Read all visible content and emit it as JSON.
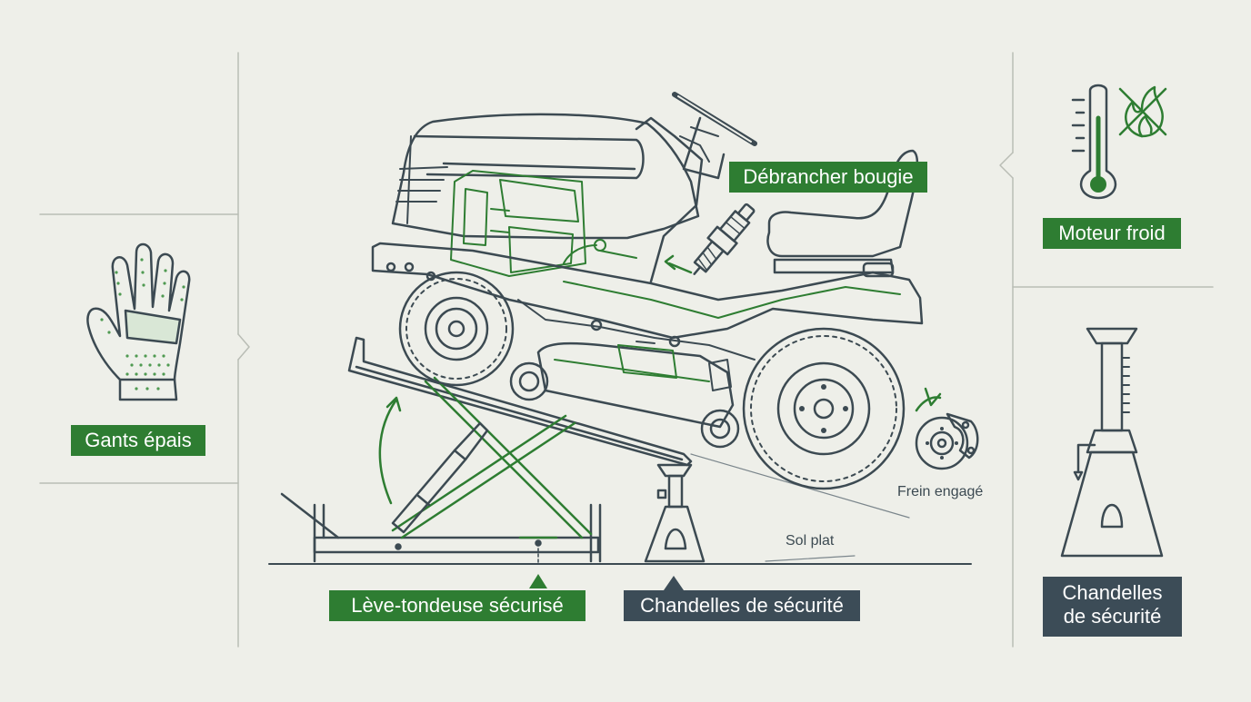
{
  "labels": {
    "gloves": "Gants épais",
    "spark_plug": "Débrancher bougie",
    "engine_cold": "Moteur froid",
    "lift": "Lève-tondeuse sécurisé",
    "stands_bottom": "Chandelles de sécurité",
    "stands_right_line1": "Chandelles",
    "stands_right_line2": "de sécurité",
    "brake": "Frein engagé",
    "ground": "Sol plat"
  },
  "colors": {
    "background": "#eeefe9",
    "outline": "#3c4a52",
    "accent_green": "#2e7d32",
    "label_slate": "#3c4c57"
  },
  "icons": [
    "glove-icon",
    "thermometer-icon",
    "no-fire-icon",
    "spark-plug-icon",
    "brake-disc-icon",
    "jack-stand-icon",
    "lawn-tractor-illustration",
    "scissor-lift-icon"
  ]
}
